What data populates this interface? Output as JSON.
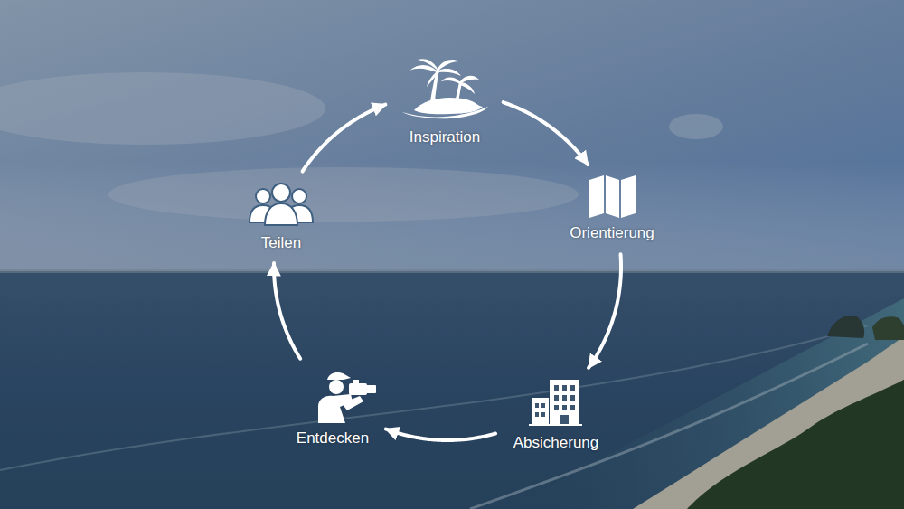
{
  "diagram": {
    "nodes": [
      {
        "text": [
          "Inspiration"
        ]
      },
      {
        "text": [
          "Orientierung"
        ]
      },
      {
        "text": [
          "Absicherung"
        ]
      },
      {
        "text": [
          "Entdecken"
        ]
      },
      {
        "text": [
          "Teilen"
        ]
      }
    ],
    "edges": [
      {
        "from": 0,
        "to": 1,
        "arrow": "to"
      },
      {
        "from": 1,
        "to": 2,
        "arrow": "to"
      },
      {
        "from": 2,
        "to": 3,
        "arrow": "to"
      },
      {
        "from": 3,
        "to": 4,
        "arrow": "to"
      },
      {
        "from": 4,
        "to": 0,
        "arrow": "to"
      }
    ]
  }
}
